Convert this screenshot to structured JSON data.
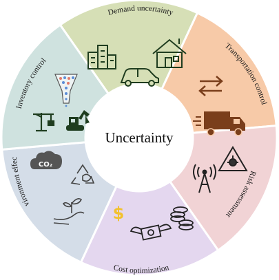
{
  "center": {
    "label": "Uncertainty",
    "fill": "#ffffff"
  },
  "segments": [
    {
      "label": "Demand uncertainty",
      "color": "#d6dfb6",
      "icons": [
        "buildings-icon",
        "house-icon",
        "car-icon"
      ]
    },
    {
      "label": "Transportation control",
      "color": "#f7caa8",
      "icons": [
        "swap-arrows-icon",
        "truck-icon"
      ]
    },
    {
      "label": "Risk assessment",
      "color": "#f1d3d5",
      "icons": [
        "warning-sign-icon",
        "signal-tower-icon"
      ]
    },
    {
      "label": "Cost optimization",
      "color": "#e4d7ef",
      "icons": [
        "dollar-icon",
        "flying-money-icon",
        "coin-stack-icon"
      ]
    },
    {
      "label": "Environment effects",
      "color": "#d4dde8",
      "icons": [
        "co2-cloud-icon",
        "recycle-icon",
        "plant-hand-icon"
      ]
    },
    {
      "label": "Inventory control",
      "color": "#cfe2df",
      "icons": [
        "funnel-icon",
        "crane-icon",
        "excavator-icon"
      ]
    }
  ],
  "colors": {
    "icon": "#1f3d1f",
    "accent": "#f2c12e",
    "divider": "#ffffff"
  }
}
